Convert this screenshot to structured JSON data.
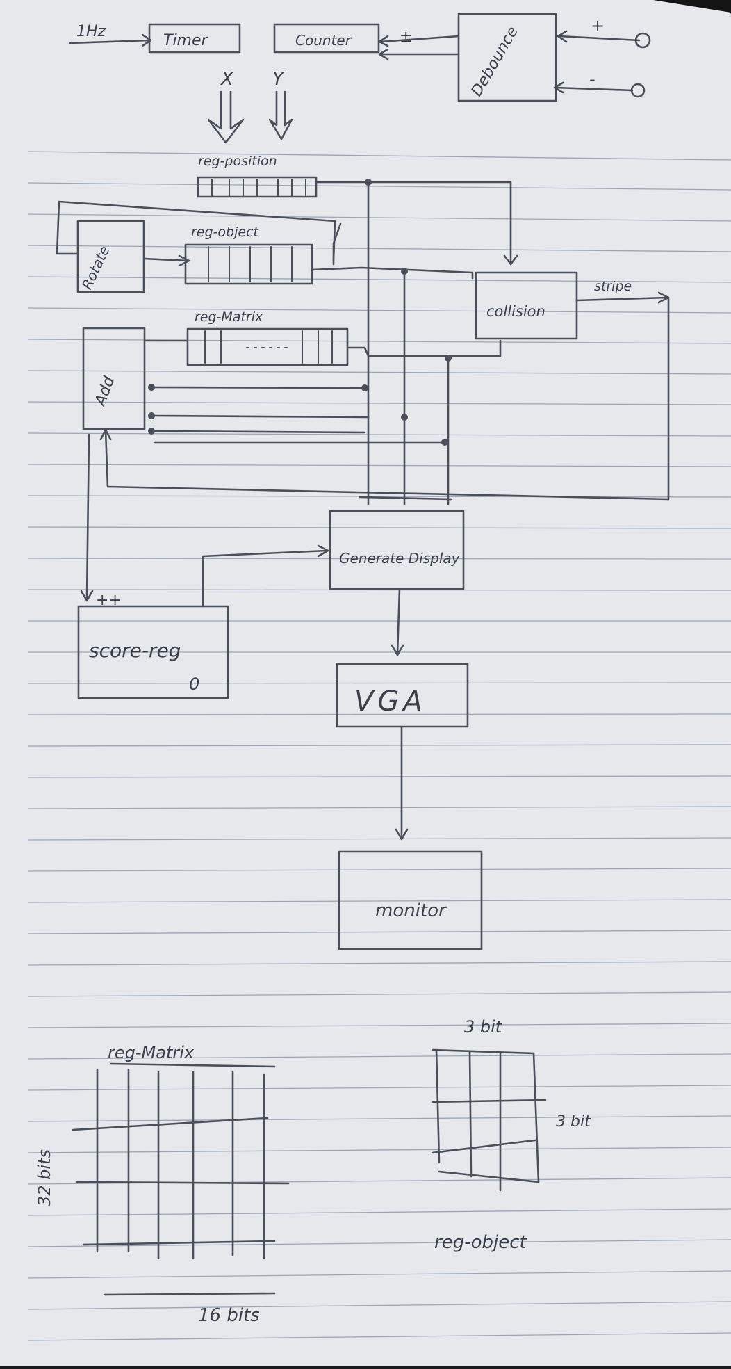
{
  "inputs": {
    "clock": "1Hz",
    "plus": "+",
    "minus": "-",
    "pm": "±",
    "x": "X",
    "y": "Y",
    "increment": "++"
  },
  "blocks": {
    "timer": "Timer",
    "counter": "Counter",
    "debounce": "Debounce",
    "reg_position": "reg-position",
    "rotate": "Rotate",
    "reg_object": "reg-object",
    "reg_matrix": "reg-Matrix",
    "add": "Add",
    "collision": "collision",
    "stripe": "stripe",
    "generate_display": "Generate Display",
    "score_reg": "score-reg",
    "score_init": "0",
    "vga": "VGA",
    "monitor": "monitor"
  },
  "matrix_detail": {
    "title": "reg-Matrix",
    "rows_label": "32 bits",
    "cols_label": "16 bits"
  },
  "object_detail": {
    "title": "reg-object",
    "width_label": "3 bit",
    "height_label": "3 bit"
  }
}
